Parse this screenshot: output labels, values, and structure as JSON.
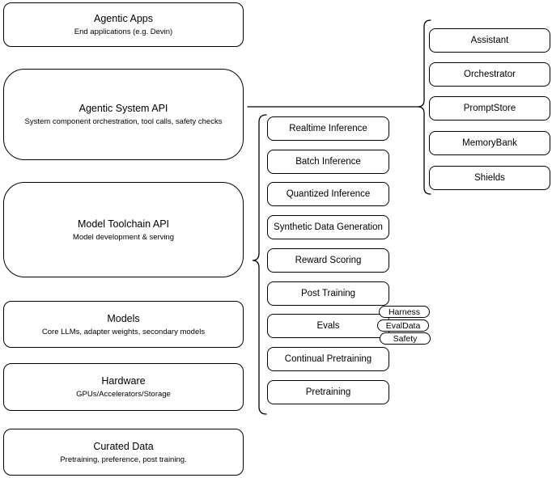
{
  "colors": {
    "stroke": "#000000",
    "fill": "#ffffff",
    "text": "#000000"
  },
  "layers": [
    {
      "title": "Agentic Apps",
      "subtitle": "End applications (e.g. Devin)"
    },
    {
      "title": "Agentic System API",
      "subtitle": "System component orchestration, tool calls, safety checks"
    },
    {
      "title": "Model Toolchain API",
      "subtitle": "Model development & serving"
    },
    {
      "title": "Models",
      "subtitle": "Core LLMs, adapter weights, secondary models"
    },
    {
      "title": "Hardware",
      "subtitle": "GPUs/Accelerators/Storage"
    },
    {
      "title": "Curated Data",
      "subtitle": "Pretraining, preference, post training."
    }
  ],
  "toolchain_services": {
    "items": [
      "Realtime Inference",
      "Batch Inference",
      "Quantized Inference",
      "Synthetic Data Generation",
      "Reward Scoring",
      "Post Training",
      "Evals",
      "Continual Pretraining",
      "Pretraining"
    ]
  },
  "eval_tags": {
    "items": [
      "Harness",
      "EvalData",
      "Safety"
    ]
  },
  "system_components": {
    "items": [
      "Assistant",
      "Orchestrator",
      "PromptStore",
      "MemoryBank",
      "Shields"
    ]
  }
}
